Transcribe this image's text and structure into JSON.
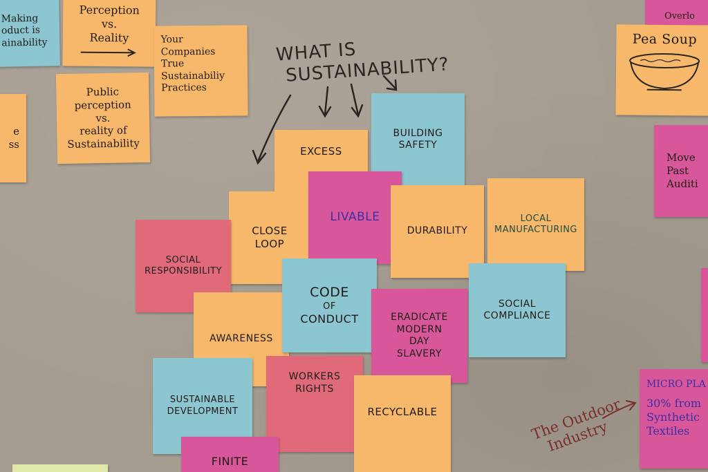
{
  "heading": {
    "line1": "What is",
    "line2": "Sustainability?"
  },
  "notes": {
    "making_product": [
      "Making",
      "oduct is",
      "ainability"
    ],
    "perception_vs_reality": [
      "Perception",
      "vs.",
      "Reality"
    ],
    "your_companies": [
      "Your",
      "Companies",
      "True",
      "Sustainabiliy",
      "Practices"
    ],
    "public_perception": [
      "Public",
      "perception",
      "vs.",
      "reality of",
      "Sustainability"
    ],
    "left_edge": [
      "e",
      "ss"
    ],
    "pea_soup": "Pea Soup",
    "overload_top": [
      "Overlo"
    ],
    "move_past": [
      "Move",
      "Past",
      "Auditi"
    ],
    "building_safety": [
      "Building",
      "Safety"
    ],
    "excess": "Excess",
    "close_loop": [
      "Close",
      "Loop"
    ],
    "livable": "Livable",
    "durability": "Durability",
    "local_manufacturing": [
      "Local",
      "Manufacturing"
    ],
    "social_responsibility": [
      "Social",
      "Responsibility"
    ],
    "code_of_conduct": [
      "Code",
      "of",
      "Conduct"
    ],
    "social_compliance": [
      "Social",
      "Compliance"
    ],
    "awareness": "Awareness",
    "eradicate": [
      "Eradicate",
      "Modern",
      "Day",
      "Slavery"
    ],
    "sustainable_development": [
      "Sustainable",
      "Development"
    ],
    "workers_rights": [
      "Workers",
      "Rights"
    ],
    "recyclable": "Recyclable",
    "finite": "Finite",
    "micro_plastics": [
      "Micro Pla",
      "30% from",
      "Synthetic",
      "Textiles"
    ]
  },
  "annotation": {
    "line1": "The Outdoor",
    "line2": "Industry"
  },
  "colors": {
    "board": "#a69d91",
    "orange": "#f7b86b",
    "blue": "#8cc6d0",
    "pink": "#d8579a",
    "coral": "#e06a7a",
    "marker_red": "#7a2e2a"
  }
}
